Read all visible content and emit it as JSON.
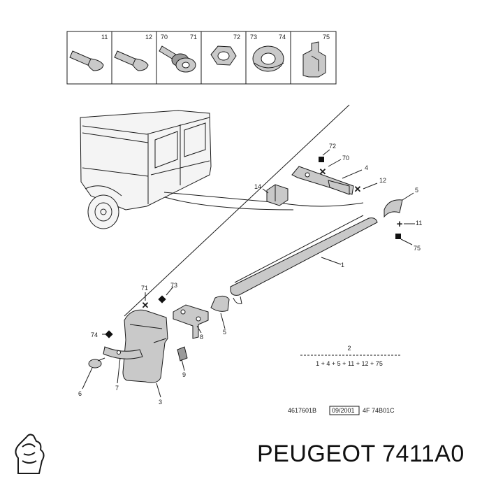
{
  "hardware_strip": {
    "cells": [
      {
        "labels": [
          "11"
        ],
        "icon": "bolt-icon"
      },
      {
        "labels": [
          "12"
        ],
        "icon": "bolt-icon"
      },
      {
        "labels": [
          "70",
          "71"
        ],
        "icon": "screw-washer-icon"
      },
      {
        "labels": [
          "72"
        ],
        "icon": "hex-nut-icon"
      },
      {
        "labels": [
          "73",
          "74"
        ],
        "icon": "grommet-icon"
      },
      {
        "labels": [
          "75"
        ],
        "icon": "clip-icon"
      }
    ]
  },
  "callouts": {
    "c72a": "72",
    "c70": "70",
    "c4": "4",
    "c12": "12",
    "c14": "14",
    "c5a": "5",
    "c11": "11",
    "c75": "75",
    "c1": "1",
    "c71": "71",
    "c73": "73",
    "c74": "74",
    "c8": "8",
    "c5b": "5",
    "c9": "9",
    "c6": "6",
    "c7": "7",
    "c3": "3"
  },
  "kit": {
    "number": "2",
    "contents": "1 + 4 + 5 + 11 + 12 + 75"
  },
  "footer": {
    "ref": "4617601B",
    "date": "09/2001",
    "code": "4F 74B01C"
  },
  "brand": {
    "name": "PEUGEOT 7411A0",
    "logo_icon": "peugeot-lion-logo-icon"
  }
}
